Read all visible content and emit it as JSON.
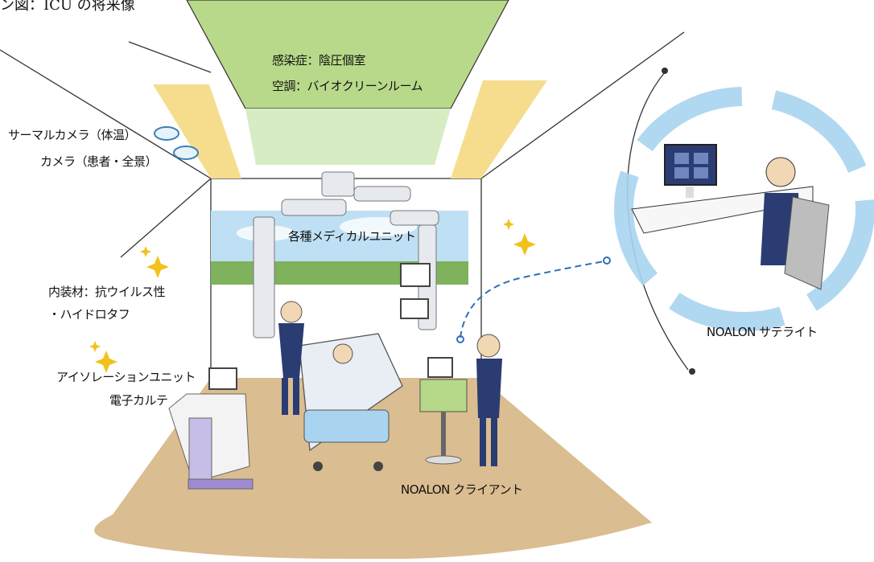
{
  "title": "ン図：ICU の将来像",
  "labels": {
    "ceiling_infection": "感染症：陰圧個室",
    "ceiling_air": "空調：バイオクリーンルーム",
    "thermal_camera": "サーマルカメラ（体温）",
    "camera": "カメラ（患者・全景）",
    "medical_unit": "各種メディカルユニット",
    "interior_line1": "内装材：抗ウイルス性",
    "interior_line2": "・ハイドロタフ",
    "isolation_unit": "アイソレーションユニット",
    "emr": "電子カルテ",
    "client": "NOALON クライアント",
    "satellite": "NOALON サテライト"
  },
  "colors": {
    "ceiling_green": "#b9d98a",
    "ceiling_light_green": "#d8ecc4",
    "ceiling_yellow": "#f6dd8e",
    "floor": "#d8b98a",
    "scrubs": "#2a3c72",
    "bubble": "#a9d4f0",
    "sparkle": "#f2c11c",
    "link_dash": "#2e70b8"
  }
}
